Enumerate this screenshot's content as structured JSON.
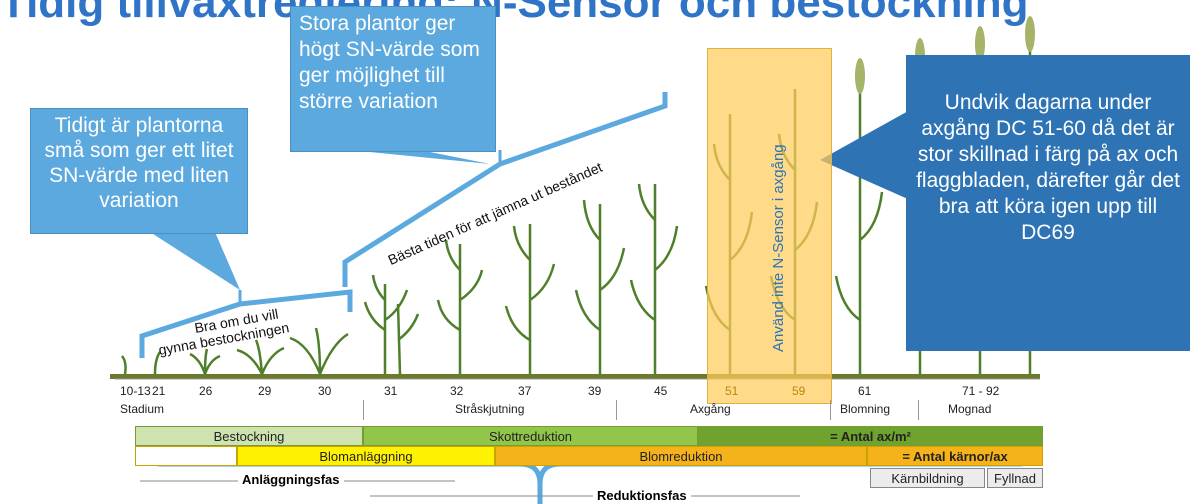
{
  "title": "Tidig tillväxtreglering: N-Sensor och bestockning",
  "callouts": {
    "early": "Tidigt är plantorna små som ger ett litet SN-värde med liten variation",
    "large": "Stora plantor ger högt SN-värde som ger möjlighet till större variation",
    "avoid": "Undvik dagarna under axgång DC 51-60 då det är stor skillnad i färg på ax och flaggbladen, därefter går det bra att köra igen upp till DC69"
  },
  "avoid_band_label": "Använd inte N-Sensor i axgång",
  "bracket_labels": {
    "tillering_line1": "Bra om du vill",
    "tillering_line2": "gynna bestockningen",
    "best_time": "Bästa tiden för att jämna ut beståndet"
  },
  "stages": [
    "10-13",
    "21",
    "26",
    "29",
    "30",
    "31",
    "32",
    "37",
    "39",
    "45",
    "51",
    "59",
    "61",
    "71 - 92"
  ],
  "stage_highlight_color": "#d4a017",
  "phases": {
    "stadium": "Stadium",
    "straskjutning": "Stråskjutning",
    "axgang": "Axgång",
    "blomning": "Blomning",
    "mognad": "Mognad"
  },
  "bars": {
    "bestockning": "Bestockning",
    "skottreduktion": "Skottreduktion",
    "antal_ax": "= Antal ax/m²",
    "blomanlaggning": "Blomanläggning",
    "blomreduktion": "Blomreduktion",
    "antal_karnor": "= Antal kärnor/ax",
    "karnbildning": "Kärnbildning",
    "fyllnad": "Fyllnad"
  },
  "fases": {
    "anlaggningsfas": "Anläggningsfas",
    "reduktionsfas": "Reduktionsfas"
  },
  "colors": {
    "light_blue": "#5ba9de",
    "dark_blue": "#2e74b5",
    "bracket_blue": "#5ba9de",
    "green_light": "#cfe3b0",
    "green_mid": "#92c64a",
    "green_dark": "#6fa32e",
    "yellow": "#fff200",
    "orange": "#f6b21b",
    "ground": "#6b7a2a"
  }
}
